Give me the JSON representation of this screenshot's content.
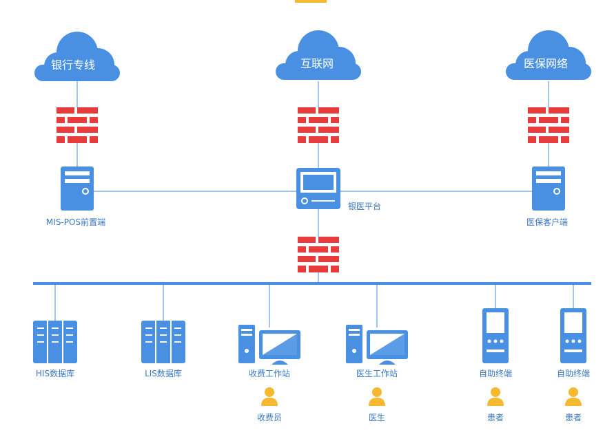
{
  "clouds": {
    "bank": "银行专线",
    "internet": "互联网",
    "insurance": "医保网络"
  },
  "servers": {
    "mispos": "MIS-POS前置端",
    "platform": "银医平台",
    "insurance_client": "医保客户端"
  },
  "devices": {
    "his": "HIS数据库",
    "lis": "LIS数据库",
    "charge_ws": "收费工作站",
    "doctor_ws": "医生工作站",
    "kiosk1": "自助终端",
    "kiosk2": "自助终端"
  },
  "people": {
    "cashier": "收费员",
    "doctor": "医生",
    "patient1": "患者",
    "patient2": "患者"
  },
  "colors": {
    "blue": "#4a90e2",
    "line": "#7fb3e8",
    "firewall": "#e83c3c",
    "person": "#f5b82e",
    "top_tab": "#f5b82e"
  }
}
